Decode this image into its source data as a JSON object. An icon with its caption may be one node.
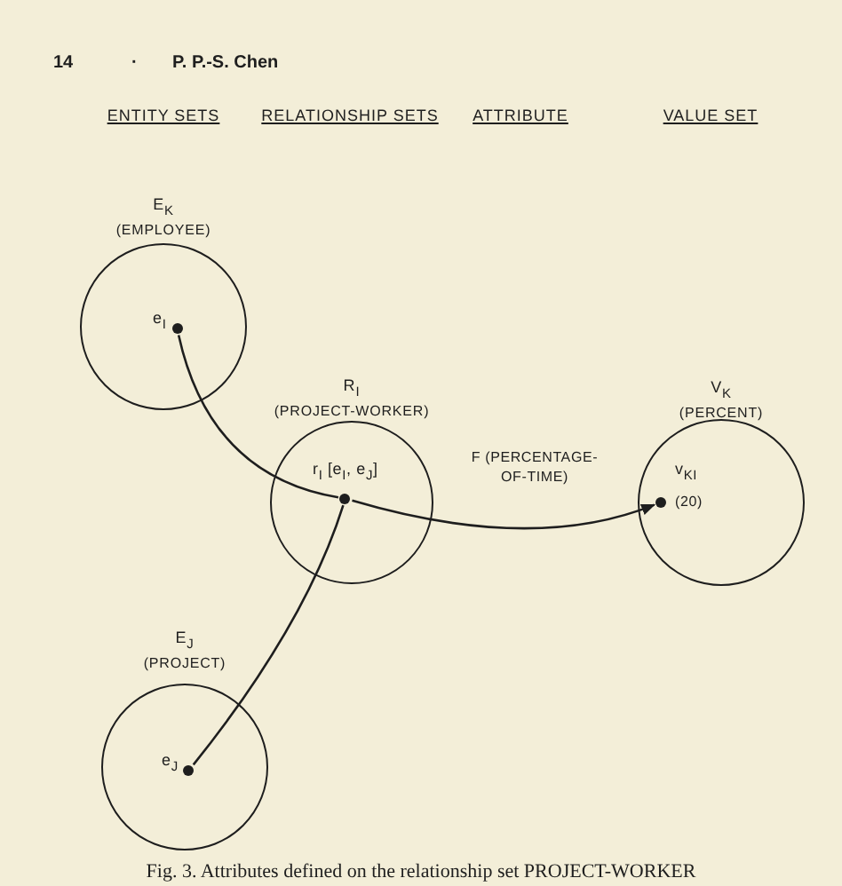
{
  "diagram": {
    "caption": "Fig. 3. Attributes defined on the relationship set PROJECT-WORKER",
    "nodes": [
      {
        "text": [
          "E$_{K}$",
          "(EMPLOYEE)"
        ]
      },
      {
        "text": [
          "e$_{I}$"
        ],
        "in": 0
      },
      {
        "text": [
          "R$_{I}$",
          "(PROJECT-WORKER)"
        ]
      },
      {
        "text": [
          "r$_{I}$ [e$_{I}$, e$_{J}$]"
        ],
        "in": 2
      },
      {
        "text": [
          "V$_{K}$",
          "(PERCENT)"
        ]
      },
      {
        "text": [
          "v$_{KI}$",
          "(20)"
        ],
        "in": 4
      },
      {
        "text": [
          "E$_{J}$",
          "(PROJECT)"
        ]
      },
      {
        "text": [
          "e$_{J}$"
        ],
        "in": 6
      }
    ],
    "edges": [
      {
        "from": 1,
        "to": 3,
        "arrow": "none"
      },
      {
        "from": 7,
        "to": 3,
        "arrow": "none"
      },
      {
        "from": 3,
        "to": 5,
        "arrow": "to",
        "label": "F (PERCENTAGE-OF-TIME)"
      }
    ],
    "labels": [
      "14",
      "·",
      "P. P.-S. Chen",
      "ENTITY SETS",
      "RELATIONSHIP SETS",
      "ATTRIBUTE",
      "VALUE SET"
    ]
  }
}
